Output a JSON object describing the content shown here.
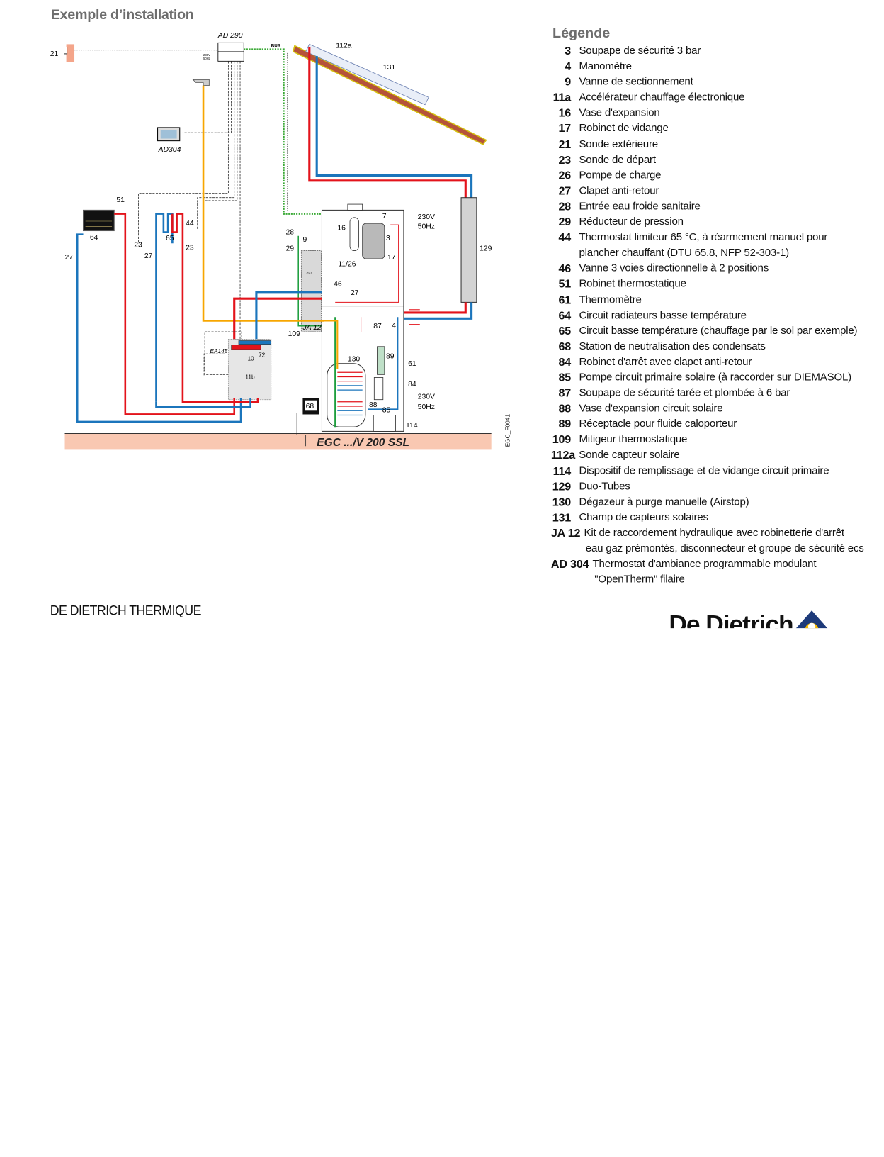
{
  "page_title": "Exemple d’installation",
  "legend": {
    "title": "Légende",
    "items": [
      {
        "num": "3",
        "text": "Soupape de sécurité 3 bar"
      },
      {
        "num": "4",
        "text": "Manomètre"
      },
      {
        "num": "9",
        "text": "Vanne de sectionnement"
      },
      {
        "num": "11a",
        "text": "Accélérateur chauffage électronique"
      },
      {
        "num": "16",
        "text": "Vase d'expansion"
      },
      {
        "num": "17",
        "text": "Robinet de vidange"
      },
      {
        "num": "21",
        "text": "Sonde extérieure"
      },
      {
        "num": "23",
        "text": "Sonde de départ"
      },
      {
        "num": "26",
        "text": "Pompe de charge"
      },
      {
        "num": "27",
        "text": "Clapet anti-retour"
      },
      {
        "num": "28",
        "text": "Entrée eau froide sanitaire"
      },
      {
        "num": "29",
        "text": "Réducteur de pression"
      },
      {
        "num": "44",
        "text": "Thermostat limiteur 65 °C, à réarmement manuel pour",
        "cont": "plancher chauffant (DTU 65.8, NFP 52-303-1)"
      },
      {
        "num": "46",
        "text": "Vanne 3 voies directionnelle à 2 positions"
      },
      {
        "num": "51",
        "text": "Robinet thermostatique"
      },
      {
        "num": "61",
        "text": "Thermomètre"
      },
      {
        "num": "64",
        "text": "Circuit radiateurs basse température"
      },
      {
        "num": "65",
        "text": "Circuit basse température (chauffage par le sol par exemple)"
      },
      {
        "num": "68",
        "text": "Station de neutralisation des condensats"
      },
      {
        "num": "84",
        "text": "Robinet d'arrêt avec clapet anti-retour"
      },
      {
        "num": "85",
        "text": "Pompe circuit primaire solaire (à raccorder sur DIEMASOL)"
      },
      {
        "num": "87",
        "text": "Soupape de sécurité tarée et plombée à 6 bar"
      },
      {
        "num": "88",
        "text": "Vase d'expansion circuit solaire"
      },
      {
        "num": "89",
        "text": "Réceptacle pour fluide caloporteur"
      },
      {
        "num": "109",
        "text": "Mitigeur thermostatique"
      },
      {
        "num": "112a",
        "text": "Sonde capteur solaire"
      },
      {
        "num": "114",
        "text": "Dispositif de remplissage et de vidange circuit primaire"
      },
      {
        "num": "129",
        "text": "Duo-Tubes"
      },
      {
        "num": "130",
        "text": "Dégazeur à purge manuelle (Airstop)"
      },
      {
        "num": "131",
        "text": "Champ de capteurs solaires"
      },
      {
        "num": "JA 12",
        "text": "Kit de raccordement hydraulique avec robinetterie d'arrêt",
        "cont": "eau gaz prémontés, disconnecteur et groupe de sécurité ecs"
      },
      {
        "num": "AD 304",
        "text": "Thermostat d'ambiance programmable modulant",
        "cont": "\"OpenTherm\" filaire"
      }
    ]
  },
  "diagram": {
    "colors": {
      "hot": "#e3131b",
      "cold": "#1b75bc",
      "dhw": "#f7a600",
      "gas": "#f2e500",
      "cold_water": "#1e9e3e",
      "bus": "#3aa935",
      "floor": "#f9c8b2",
      "unit": "#d9d9d9"
    },
    "labels": {
      "ad290": "AD 290",
      "bus": "BUS",
      "l21": "21",
      "v230a": "230V",
      "hz50a": "50Hz",
      "ad304": "AD304",
      "l112a": "112a",
      "l131": "131",
      "l129": "129",
      "l51": "51",
      "l64": "64",
      "l27a": "27",
      "l23a": "23",
      "l65": "65",
      "l27b": "27",
      "l44": "44",
      "l23b": "23",
      "l28": "28",
      "l9": "9",
      "l29": "29",
      "l16": "16",
      "l7": "7",
      "l3": "3",
      "l17": "17",
      "l1126": "11/26",
      "l46": "46",
      "l27c": "27",
      "gaz": "GAZ",
      "ja12": "JA 12",
      "l109": "109",
      "ea145": "EA145",
      "l10": "10",
      "l72": "72",
      "l11b": "11b",
      "l87": "87",
      "l4": "4",
      "l130": "130",
      "l89": "89",
      "l61": "61",
      "l84": "84",
      "l88": "88",
      "l85": "85",
      "l114": "114",
      "l68": "68",
      "v230b": "230V",
      "hz50b": "50Hz",
      "model": "EGC .../V 200 SSL",
      "ref": "EGC_F0041"
    }
  },
  "footer": {
    "company": "DE DIETRICH THERMIQUE",
    "logo_text": "De Dietrich"
  }
}
